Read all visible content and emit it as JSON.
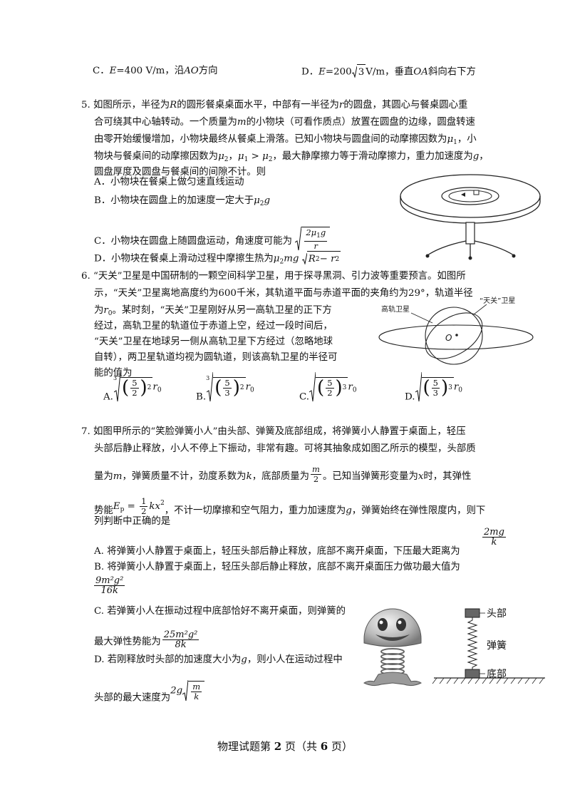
{
  "top_options": {
    "c_label": "C．",
    "c_e": "E",
    "c_val": "=400 V/m，沿",
    "c_ao": "AO",
    "c_tail": "方向",
    "d_label": "D．",
    "d_e": "E",
    "d_val": "=200",
    "d_three": "3",
    "d_unit": "V/m，垂直",
    "d_oa": "OA",
    "d_tail": "斜向右下方"
  },
  "q5": {
    "num": "5.",
    "l1a": "如图所示，半径为",
    "l1R": "R",
    "l1b": "的圆形餐桌桌面水平，中部有一半径为",
    "l1r": "r",
    "l1c": "的圆盘，其圆心与餐桌圆心重",
    "l2": "合可绕其中心轴转动。一个质量为",
    "l2m": "m",
    "l2b": "的小物块（可看作质点）放置在圆盘的边缘，圆盘转速",
    "l3": "由零开始缓慢增加，小物块最终从餐桌上滑落。已知小物块与圆盘间的动摩擦因数为",
    "l3mu": "μ",
    "l3s": "1",
    "l3b": "，小",
    "l4a": "物块与餐桌间的动摩擦因数为",
    "l4mu2": "μ",
    "l4s2": "2",
    "l4b": "，",
    "l4mu1": "μ",
    "l4s1": "1",
    "l4gt": " > ",
    "l4mu3": "μ",
    "l4s3": "2",
    "l4c": "，最大静摩擦力等于滑动摩擦力，重力加速度为",
    "l4g": "g",
    "l4d": "，",
    "l5": "圆盘厚度及圆盘与餐桌间的间隙不计。则",
    "A": "A．小物块在餐桌上做匀速直线运动",
    "B": "B．小物块在圆盘上的加速度一定大于",
    "B_mu": "μ",
    "B_s": "2",
    "B_g": "g",
    "C": "C．小物块在圆盘上随圆盘运动，角速度可能为",
    "C_num": "2μ",
    "C_s": "1",
    "C_g": "g",
    "C_den": "r",
    "D": "D．小物块在餐桌上滑动过程中摩擦生热为",
    "D_mu": "μ",
    "D_s": "2",
    "D_mg": "mg",
    "D_rad": "R",
    "D_minus": " − r",
    "D_two": "2"
  },
  "q6": {
    "num": "6.",
    "l1": "“天关”卫星是中国研制的一颗空间科学卫星，用于探寻黑洞、引力波等重要预言。如图所",
    "l2": "示，“天关”卫星离地高度约为600千米，其轨道平面与赤道平面的夹角约为29°，轨道半径",
    "l3a": "为",
    "l3r": "r",
    "l3s": "0",
    "l3b": "。某时刻，“天关”卫星刚好从另一高轨卫星的正下方",
    "l4": "经过，高轨卫星的轨道位于赤道上空，经过一段时间后，",
    "l5": "“天关”卫星在地球另一侧从高轨卫星下方经过（忽略地球",
    "l6": "自转），两卫星轨道均视为圆轨道，则该高轨卫星的半径可",
    "l7": "能的值为",
    "opts": [
      {
        "label": "A.",
        "num": "5",
        "den": "2",
        "exp": "2",
        "root": "3"
      },
      {
        "label": "B.",
        "num": "5",
        "den": "3",
        "exp": "2",
        "root": "3"
      },
      {
        "label": "C.",
        "num": "5",
        "den": "2",
        "exp": "3",
        "root": ""
      },
      {
        "label": "D.",
        "num": "5",
        "den": "3",
        "exp": "3",
        "root": ""
      }
    ],
    "r0": "r",
    "r0s": "0",
    "fig_high": "高轨卫星",
    "fig_tg": "“天关”卫星",
    "fig_o": "O"
  },
  "q7": {
    "num": "7.",
    "l1": "如图甲所示的“笑脸弹簧小人”由头部、弹簧及底部组成，将弹簧小人静置于桌面上，轻压",
    "l2": "头部后静止释放，小人不停上下振动，非常有趣。可将其抽象成如图乙所示的模型，头部质",
    "l3a": "量为",
    "l3m": "m",
    "l3b": "，弹簧质量不计，劲度系数为",
    "l3k": "k",
    "l3c": "，底部质量为",
    "l3fn": "m",
    "l3fd": "2",
    "l3d": "。已知当弹簧形变量为",
    "l3x": "x",
    "l3e": "时，其弹性",
    "l4a": "势能",
    "l4E": "E",
    "l4p": "p",
    "l4eq": " = ",
    "l4fn": "1",
    "l4fd": "2",
    "l4kx": "kx",
    "l4two": "2",
    "l4b": "，不计一切摩擦和空气阻力，重力加速度为",
    "l4g": "g",
    "l4c": "，弹簧始终在弹性限度内，则下",
    "l5": "列判断中正确的是",
    "A": "A. 将弹簧小人静置于桌面上，轻压头部后静止释放，底部不离开桌面，下压最大距离为",
    "A_n": "2mg",
    "A_d": "k",
    "B": "B. 将弹簧小人静置于桌面上，轻压头部后静止释放，底部不离开桌面压力做功最大值为",
    "B_n": "9m²g²",
    "B_d": "16k",
    "C1": "C. 若弹簧小人在振动过程中底部恰好不离开桌面，则弹簧的",
    "C2": "最大弹性势能为",
    "C_n": "25m²g²",
    "C_d": "8k",
    "D1a": "D. 若刚释放时头部的加速度大小为",
    "D1g": "g",
    "D1b": "，则小人在运动过程中",
    "D2": "头部的最大速度为",
    "D_pre": "2g",
    "D_n": "m",
    "D_d": "k",
    "fig_head": "头部",
    "fig_spring": "弹簧",
    "fig_base": "底部"
  },
  "footer": {
    "a": "物理试题第 ",
    "b": "2",
    "c": " 页（共 ",
    "d": "6",
    "e": " 页）"
  }
}
